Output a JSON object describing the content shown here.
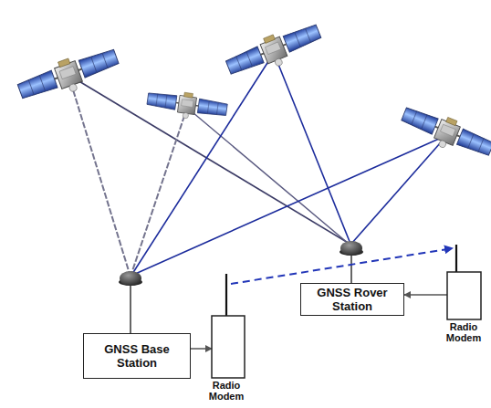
{
  "diagram": {
    "nodes": [
      {
        "text": [
          "GNSS Base Station"
        ]
      },
      {
        "text": [
          "Radio Modem"
        ]
      },
      {
        "text": [
          "GNSS Rover Station"
        ]
      },
      {
        "text": [
          "Radio Modem"
        ]
      }
    ],
    "edges": [
      {
        "from": 0,
        "to": 1,
        "arrow": "to"
      },
      {
        "from": 1,
        "to": 3,
        "arrow": "to"
      },
      {
        "from": 3,
        "to": 2,
        "arrow": "to"
      }
    ]
  }
}
